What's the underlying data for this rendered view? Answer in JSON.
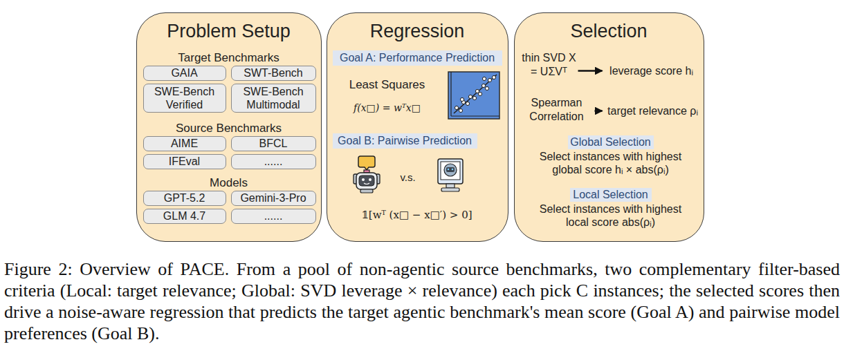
{
  "diagram": {
    "caption": "Figure 2: Overview of PACE. From a pool of non-agentic source benchmarks, two complementary filter-based criteria (Local: target relevance; Global: SVD leverage × relevance) each pick C instances; the selected scores then drive a noise-aware regression that predicts the target agentic benchmark's mean score (Goal A) and pairwise model preferences (Goal B).",
    "nodes": [
      {
        "text": [
          "Problem Setup",
          "Target Benchmarks",
          "Source Benchmarks",
          "Models"
        ]
      },
      {
        "text": [
          "GAIA"
        ],
        "in": 0
      },
      {
        "text": [
          "SWT-Bench"
        ],
        "in": 0
      },
      {
        "text": [
          "SWE-Bench Verified"
        ],
        "in": 0
      },
      {
        "text": [
          "SWE-Bench Multimodal"
        ],
        "in": 0
      },
      {
        "text": [
          "AIME"
        ],
        "in": 0
      },
      {
        "text": [
          "BFCL"
        ],
        "in": 0
      },
      {
        "text": [
          "IFEval"
        ],
        "in": 0
      },
      {
        "text": [
          "......"
        ],
        "in": 0
      },
      {
        "text": [
          "GPT-5.2"
        ],
        "in": 0
      },
      {
        "text": [
          "Gemini-3-Pro"
        ],
        "in": 0
      },
      {
        "text": [
          "GLM 4.7"
        ],
        "in": 0
      },
      {
        "text": [
          "......"
        ],
        "in": 0
      },
      {
        "text": [
          "Regression",
          "Least Squares",
          "f(x□) = wᵀx□",
          "v.s.",
          "𝟙[wᵀ (x□ − x□′) > 0]"
        ]
      },
      {
        "text": [
          "Goal A: Performance Prediction"
        ],
        "in": 13
      },
      {
        "text": [
          "Goal B: Pairwise Prediction"
        ],
        "in": 13
      },
      {
        "text": [
          "Selection",
          "Select instances with highest global score hᵢ × abs(ρᵢ)",
          "Select instances with highest local score abs(ρᵢ)"
        ]
      },
      {
        "text": [
          "thin SVD X = UΣVᵀ"
        ],
        "in": 16
      },
      {
        "text": [
          "leverage score hᵢ"
        ],
        "in": 16
      },
      {
        "text": [
          "Spearman Correlation"
        ],
        "in": 16
      },
      {
        "text": [
          "target relevance ρᵢ"
        ],
        "in": 16
      },
      {
        "text": [
          "Global Selection"
        ],
        "in": 16
      },
      {
        "text": [
          "Local Selection"
        ],
        "in": 16
      }
    ],
    "edges": [
      {
        "from": 17,
        "to": 18,
        "arrow": "to"
      },
      {
        "from": 19,
        "to": 20,
        "arrow": "to"
      }
    ]
  }
}
